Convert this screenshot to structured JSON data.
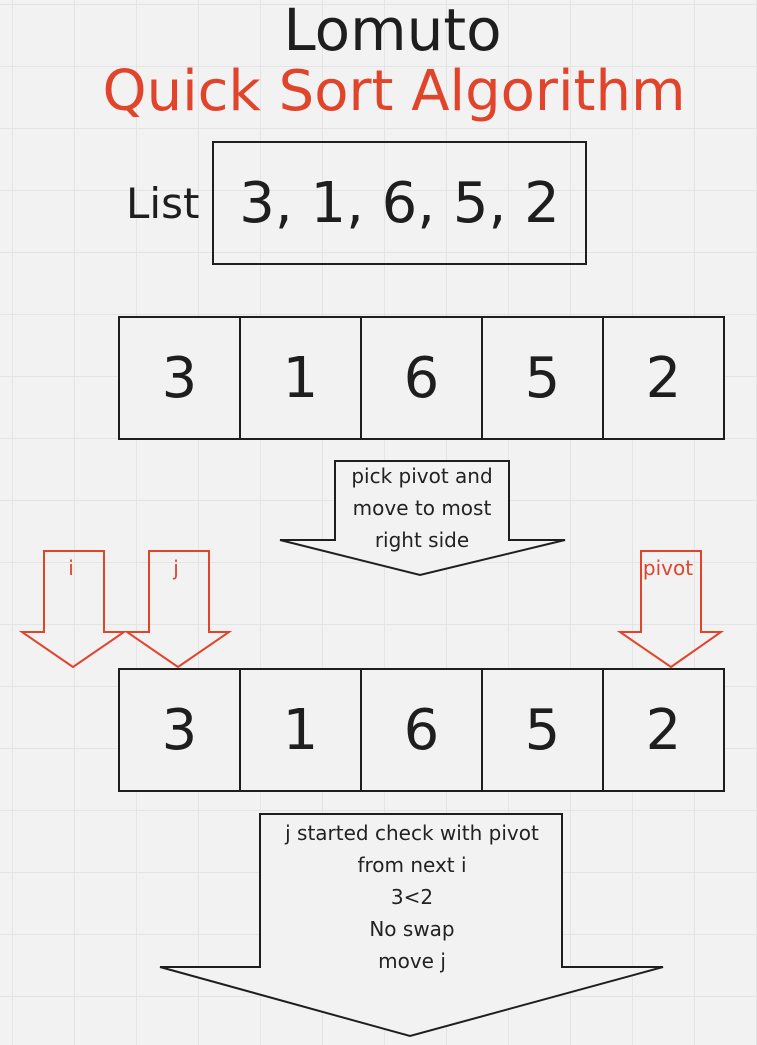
{
  "title": {
    "line1": "Lomuto",
    "line2": "Quick Sort Algorithm"
  },
  "list": {
    "label": "List",
    "value": "3, 1, 6, 5, 2"
  },
  "array_initial": [
    "3",
    "1",
    "6",
    "5",
    "2"
  ],
  "step1": {
    "lines": [
      "pick pivot and",
      "move to most",
      "right side"
    ]
  },
  "pointers": {
    "i": "i",
    "j": "j",
    "pivot": "pivot"
  },
  "array_pivoted": [
    "3",
    "1",
    "6",
    "5",
    "2"
  ],
  "step2": {
    "lines": [
      "j started check with pivot",
      "from next i",
      "3<2",
      "No swap",
      "move j"
    ]
  },
  "colors": {
    "accent": "#e0452c",
    "ink": "#1e1e1e",
    "background": "#f2f2f2"
  }
}
